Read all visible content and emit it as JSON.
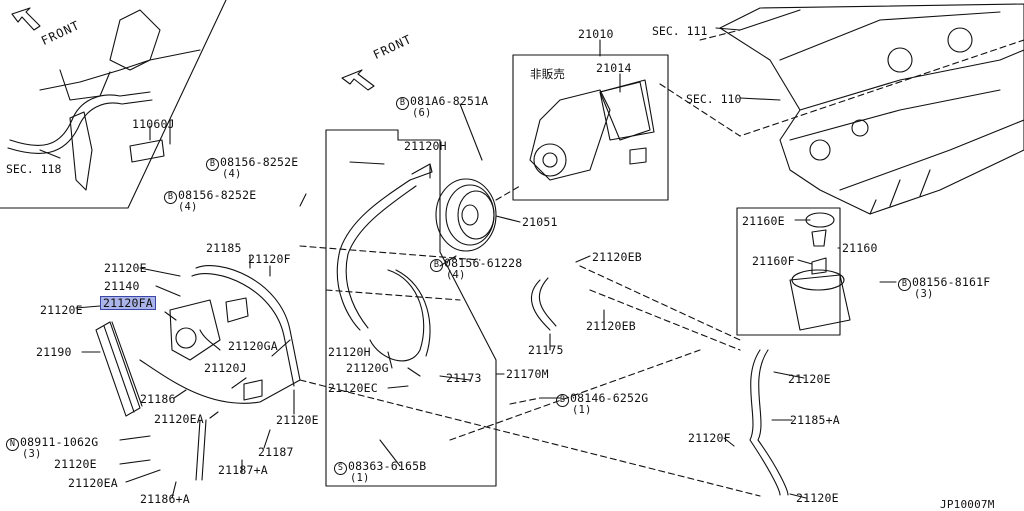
{
  "diagram_code": "JP10007M",
  "front_label": "FRONT",
  "not_sold_label": "非販売",
  "parts": {
    "p11060J": "11060J",
    "sec118": "SEC. 118",
    "p21010": "21010",
    "p21014": "21014",
    "sec111": "SEC. 111",
    "sec110": "SEC. 110",
    "b081A6": "081A6-8251A",
    "b081A6_qty": "(6)",
    "b08156_8252E_1": "08156-8252E",
    "b08156_8252E_1_qty": "(4)",
    "b08156_8252E_2": "08156-8252E",
    "b08156_8252E_2_qty": "(4)",
    "p21120H_top": "21120H",
    "p21051": "21051",
    "p21160E": "21160E",
    "p21160": "21160",
    "p21160F": "21160F",
    "b08156_8161F": "08156-8161F",
    "b08156_8161F_qty": "(3)",
    "p21185": "21185",
    "p21120F_top": "21120F",
    "b08156_61228": "08156-61228",
    "b08156_61228_qty": "(4)",
    "p21120EB_top": "21120EB",
    "p21120E_a": "21120E",
    "p21140": "21140",
    "p21120E_b": "21120E",
    "p21120FA": "21120FA",
    "p21120EB_right": "21120EB",
    "p21190": "21190",
    "p21120GA": "21120GA",
    "p21120H_mid": "21120H",
    "p21175": "21175",
    "p21120J": "21120J",
    "p21120G": "21120G",
    "p21173": "21173",
    "p21170M": "21170M",
    "p21120E_c": "21120E",
    "p21186": "21186",
    "p21120EC": "21120EC",
    "b08146_6252G": "08146-6252G",
    "b08146_6252G_qty": "(1)",
    "p21120EA_a": "21120EA",
    "p21120E_d": "21120E",
    "n08911": "08911-1062G",
    "n08911_qty": "(3)",
    "p21187": "21187",
    "p21185A": "21185+A",
    "p21120F_bot": "21120F",
    "p21120E_e": "21120E",
    "s08363": "08363-6165B",
    "s08363_qty": "(1)",
    "p21187A": "21187+A",
    "p21120EA_b": "21120EA",
    "p21186A": "21186+A",
    "p21120E_f": "21120E"
  },
  "markers": {
    "bolt": "B",
    "nut": "N",
    "screw": "S"
  },
  "colors": {
    "highlight": "#aab4e8",
    "highlight_border": "#3a46a8",
    "line": "#111111"
  }
}
